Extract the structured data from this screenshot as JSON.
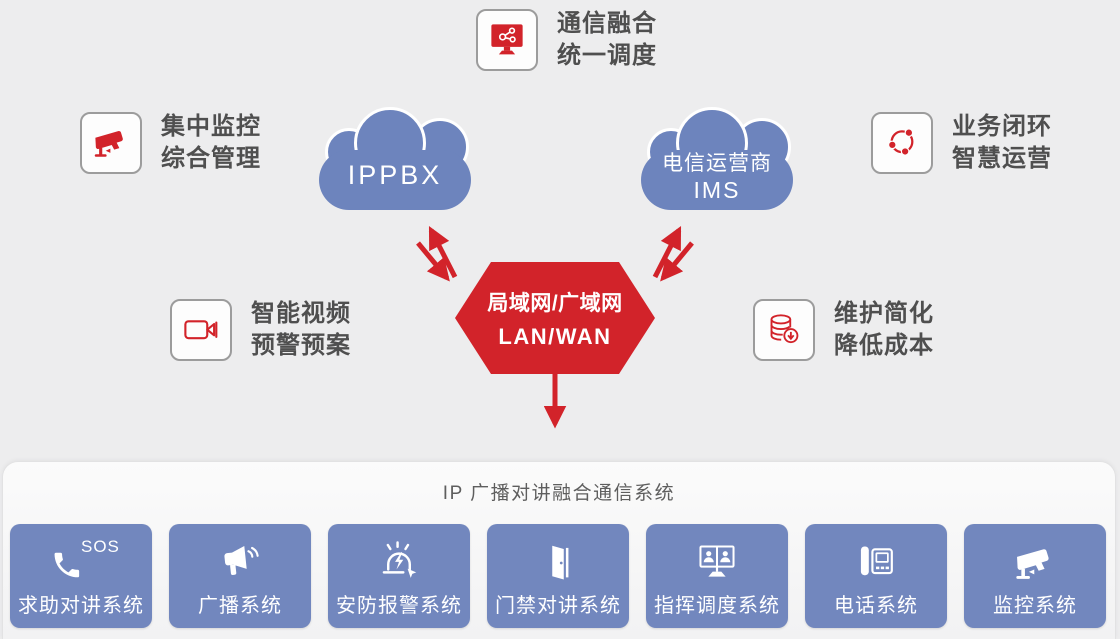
{
  "colors": {
    "accent_red": "#d2232a",
    "box_blue": "#7287be",
    "cloud_blue": "#6d84bd",
    "background": "#ededee"
  },
  "features": [
    {
      "icon": "monitor-share-icon",
      "lines": [
        "通信融合",
        "统一调度"
      ]
    },
    {
      "icon": "cctv-camera-icon",
      "lines": [
        "集中监控",
        "综合管理"
      ]
    },
    {
      "icon": "cycle-nodes-icon",
      "lines": [
        "业务闭环",
        "智慧运营"
      ]
    },
    {
      "icon": "video-camera-icon",
      "lines": [
        "智能视频",
        "预警预案"
      ]
    },
    {
      "icon": "database-download-icon",
      "lines": [
        "维护简化",
        "降低成本"
      ]
    }
  ],
  "clouds": [
    {
      "icon": "cloud-shape",
      "lines": [
        "IPPBX"
      ]
    },
    {
      "icon": "cloud-shape",
      "lines": [
        "电信运营商",
        "IMS"
      ]
    }
  ],
  "hexagon": {
    "lines": [
      "局域网/广域网",
      "LAN/WAN"
    ]
  },
  "bottom": {
    "title": "IP 广播对讲融合通信系统",
    "systems": [
      {
        "icon": "phone-handset-icon",
        "badge": "SOS",
        "label": "求助对讲系统"
      },
      {
        "icon": "megaphone-icon",
        "label": "广播系统"
      },
      {
        "icon": "alarm-siren-icon",
        "label": "安防报警系统"
      },
      {
        "icon": "door-icon",
        "label": "门禁对讲系统"
      },
      {
        "icon": "dispatch-monitor-icon",
        "label": "指挥调度系统"
      },
      {
        "icon": "desk-phone-icon",
        "label": "电话系统"
      },
      {
        "icon": "cctv-camera-icon",
        "label": "监控系统"
      }
    ]
  }
}
